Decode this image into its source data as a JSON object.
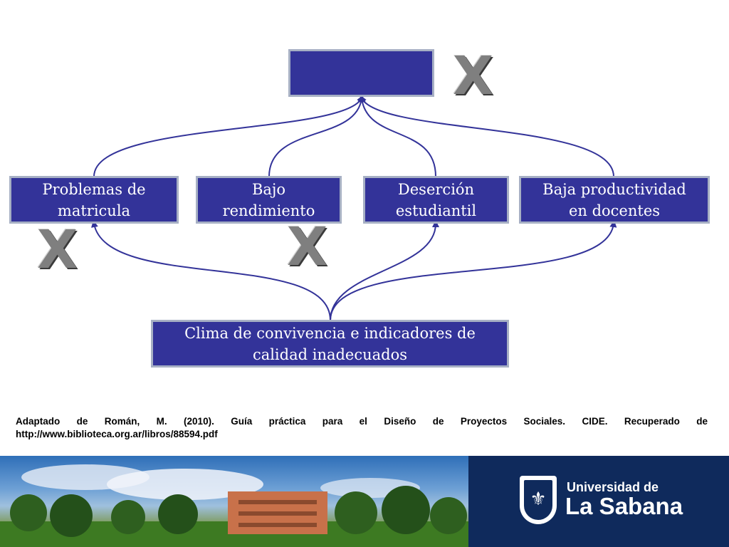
{
  "diagram": {
    "top_box_label": "",
    "middle_boxes": [
      {
        "line1": "Problemas de",
        "line2": "matricula"
      },
      {
        "line1": "Bajo",
        "line2": "rendimiento"
      },
      {
        "line1": "Deserción",
        "line2": "estudiantil"
      },
      {
        "line1": "Baja productividad",
        "line2": "en docentes"
      }
    ],
    "bottom_box": {
      "line1": "Clima de convivencia e indicadores de",
      "line2": "calidad inadecuados"
    },
    "cross_marks": [
      "X",
      "X",
      "X"
    ],
    "box_fill_color": "#333399",
    "line_color": "#333399"
  },
  "citation": {
    "line1": "Adaptado de Román, M. (2010). Guía práctica para el Diseño de Proyectos Sociales. CIDE. Recuperado de",
    "line2": "http://www.biblioteca.org.ar/libros/88594.pdf"
  },
  "footer": {
    "university_line1": "Universidad de",
    "university_line2": "La Sabana",
    "brand_color": "#0f2a5c"
  }
}
